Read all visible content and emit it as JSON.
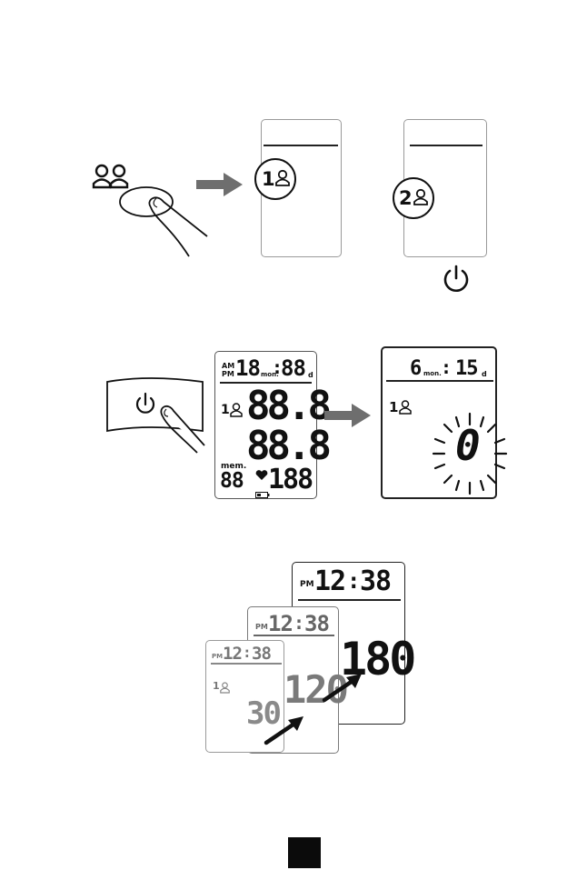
{
  "step1": {
    "user_select_icon": "two-users-icon",
    "display_user1": {
      "number": "1",
      "icon": "user-icon"
    },
    "display_user2": {
      "number": "2",
      "icon": "user-icon"
    },
    "power_icon": "power-icon"
  },
  "step2": {
    "full_display": {
      "am": "AM",
      "pm": "PM",
      "month_digits": "18",
      "mon": "mon.",
      "colon": ":",
      "day_digits": "88",
      "d": "d",
      "user_number": "1",
      "sys_digits": "88.8",
      "dia_digits": "88.8",
      "mem": "mem.",
      "mem_digits": "88",
      "pulse_digits": "188"
    },
    "zero_display": {
      "month_digit": "6",
      "mon": "mon.",
      "colon": ":",
      "day_digits": "15",
      "d": "d",
      "user_number": "1",
      "value": "0"
    }
  },
  "step3": {
    "back_display": {
      "pm": "PM",
      "time_h": "12",
      "colon": ":",
      "time_m": "38",
      "user_number": "1",
      "value": "30"
    },
    "mid_display": {
      "pm": "PM",
      "time_h": "12",
      "colon": ":",
      "time_m": "38",
      "value": "120"
    },
    "front_display": {
      "pm": "PM",
      "time_h": "12",
      "colon": ":",
      "time_m": "38",
      "value": "180"
    }
  },
  "colors": {
    "ink": "#111111",
    "faded": "#9a9a9a",
    "mid": "#7a7a7a",
    "arrow_gray": "#6e6e6e"
  }
}
